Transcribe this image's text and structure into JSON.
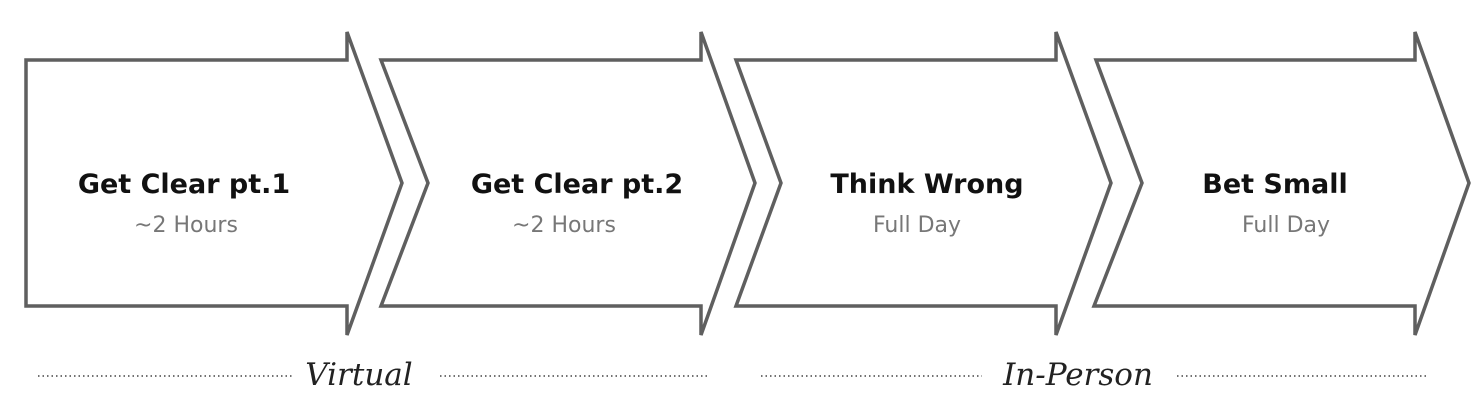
{
  "steps": [
    {
      "title": "Get Clear pt.1",
      "duration": "~2 Hours"
    },
    {
      "title": "Get Clear pt.2",
      "duration": "~2 Hours"
    },
    {
      "title": "Think Wrong",
      "duration": "Full Day"
    },
    {
      "title": "Bet Small",
      "duration": "Full Day"
    }
  ],
  "groups": [
    {
      "label": "Virtual"
    },
    {
      "label": "In-Person"
    }
  ],
  "colors": {
    "outline": "#5f5f5f",
    "title": "#111111",
    "duration": "#777777"
  }
}
